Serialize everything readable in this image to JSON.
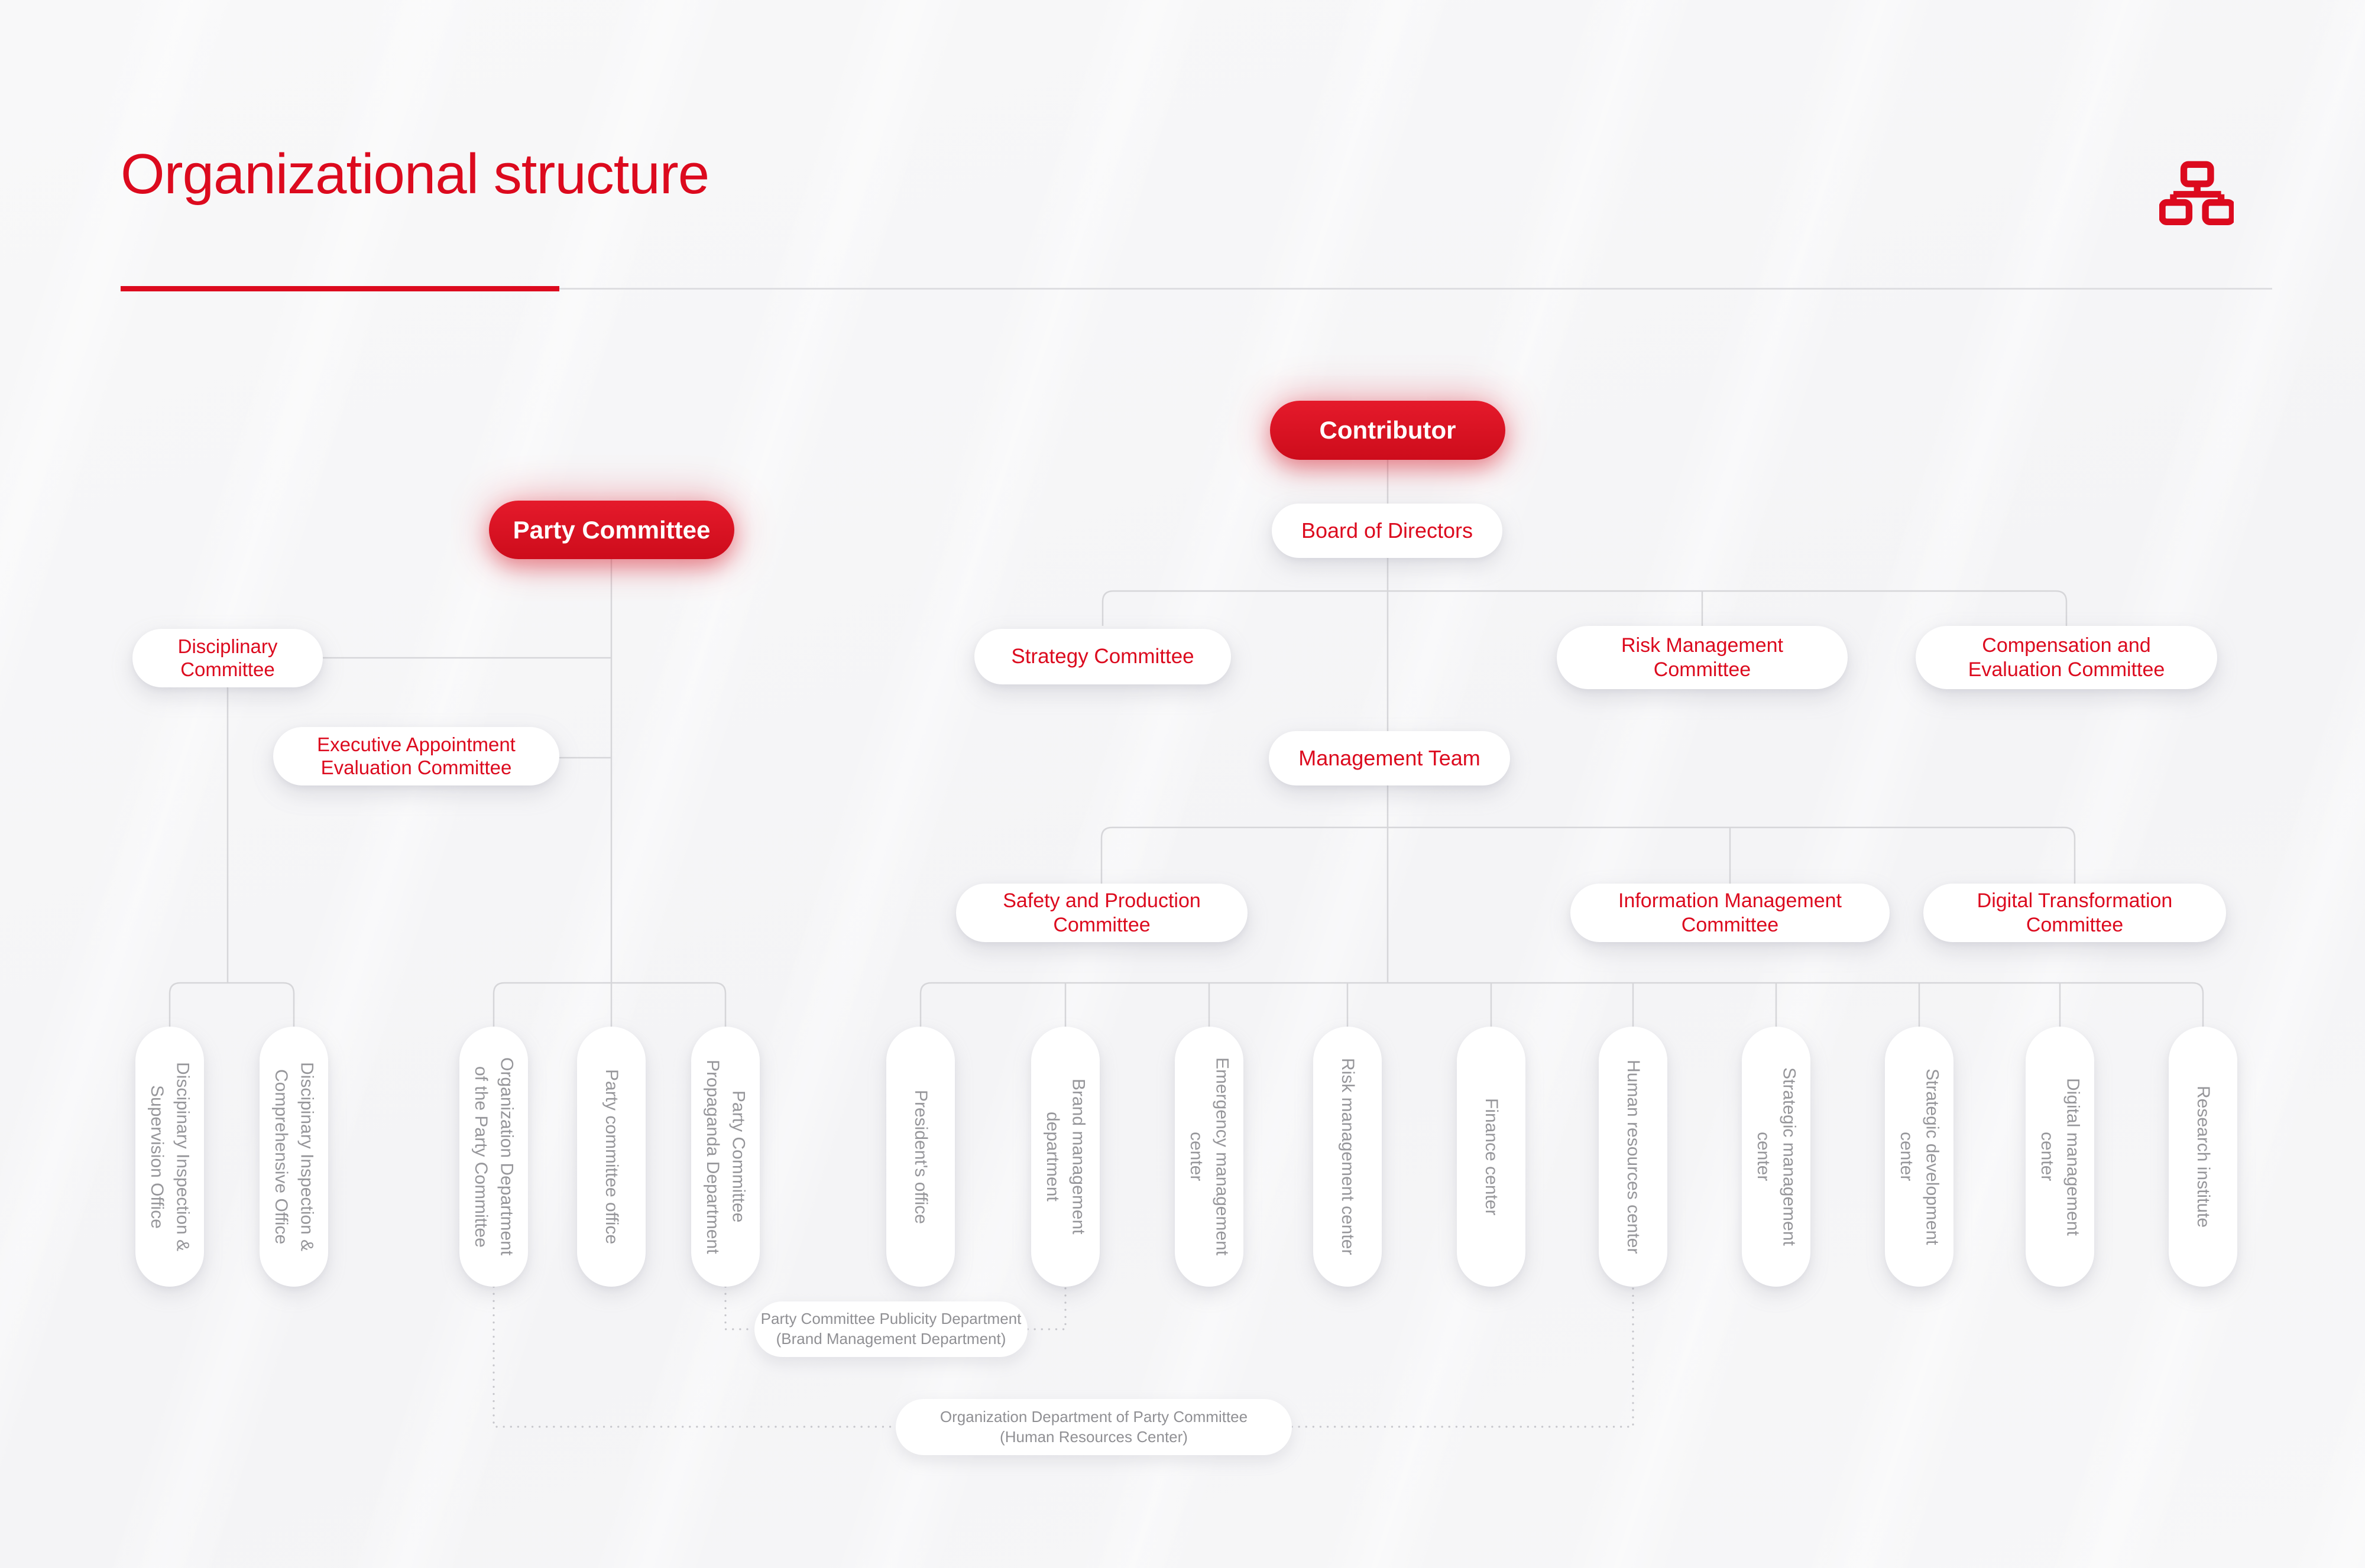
{
  "title": "Organizational structure",
  "colors": {
    "accent": "#dc0a1e",
    "gray_text": "#96969a",
    "connector_line": "#d6d6d9"
  },
  "header_icon": "org-chart-icon",
  "nodes": {
    "contributor": "Contributor",
    "board_of_directors": "Board of Directors",
    "party_committee": "Party Committee",
    "management_team": "Management Team",
    "disciplinary_committee": "Disciplinary\nCommittee",
    "executive_appointment": "Executive Appointment\nEvaluation Committee",
    "strategy_committee": "Strategy Committee",
    "risk_management_committee": "Risk Management\nCommittee",
    "compensation_committee": "Compensation and\nEvaluation Committee",
    "safety_committee": "Safety and Production\nCommittee",
    "information_committee": "Information Management\nCommittee",
    "digital_transformation_committee": "Digital Transformation\nCommittee"
  },
  "departments": {
    "party": [
      "Discipinary Inspection &\nSupervision Office",
      "Discipinary Inspection &\nComprehensive Office",
      "Organization Department\nof the Party Committee",
      "Party committee office",
      "Party Committee\nPropaganda Department"
    ],
    "management": [
      "President's office",
      "Brand management\ndepartment",
      "Emergency management\ncenter",
      "Risk management center",
      "Finance center",
      "Human resources center",
      "Strategic management\ncenter",
      "Strategic development\ncenter",
      "Digital management\ncenter",
      "Research institute"
    ]
  },
  "notes": [
    "Party Committee Publicity Department\n(Brand Management Department)",
    "Organization Department of Party Committee\n(Human Resources Center)"
  ]
}
